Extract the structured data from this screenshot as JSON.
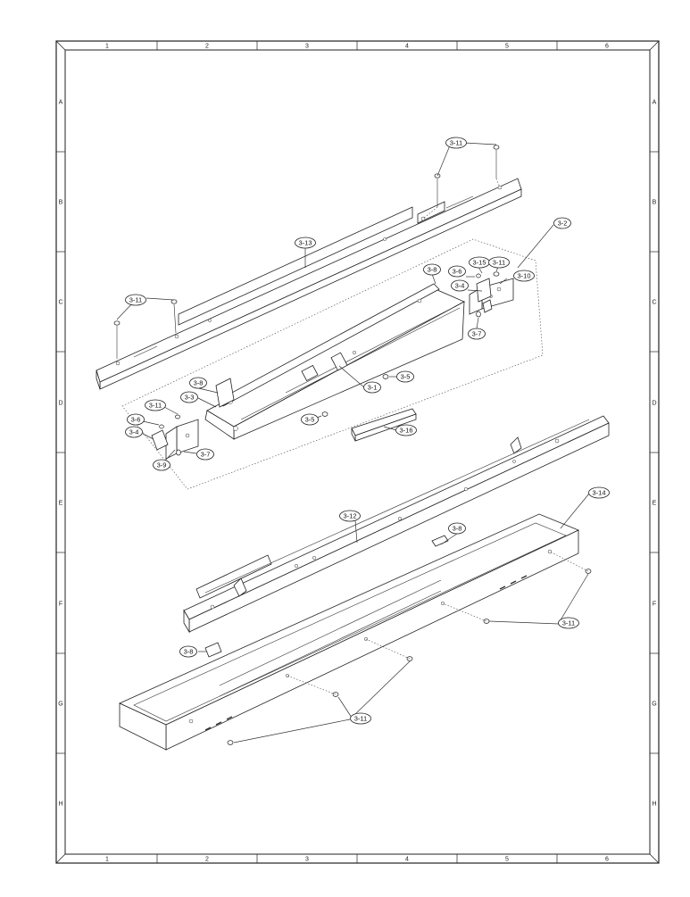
{
  "frame": {
    "columns": [
      "1",
      "2",
      "3",
      "4",
      "5",
      "6"
    ],
    "rows": [
      "A",
      "B",
      "C",
      "D",
      "E",
      "F",
      "G",
      "H"
    ]
  },
  "callouts": [
    {
      "id": "c-3-11-a",
      "label": "3-11"
    },
    {
      "id": "c-3-13",
      "label": "3-13"
    },
    {
      "id": "c-3-2",
      "label": "3-2"
    },
    {
      "id": "c-3-11-b",
      "label": "3-11"
    },
    {
      "id": "c-3-8-a",
      "label": "3-8"
    },
    {
      "id": "c-3-6-a",
      "label": "3-6"
    },
    {
      "id": "c-3-15",
      "label": "3-15"
    },
    {
      "id": "c-3-11-c",
      "label": "3-11"
    },
    {
      "id": "c-3-4-a",
      "label": "3-4"
    },
    {
      "id": "c-3-10",
      "label": "3-10"
    },
    {
      "id": "c-3-7-a",
      "label": "3-7"
    },
    {
      "id": "c-3-5-a",
      "label": "3-5"
    },
    {
      "id": "c-3-1",
      "label": "3-1"
    },
    {
      "id": "c-3-8-b",
      "label": "3-8"
    },
    {
      "id": "c-3-3",
      "label": "3-3"
    },
    {
      "id": "c-3-11-d",
      "label": "3-11"
    },
    {
      "id": "c-3-6-b",
      "label": "3-6"
    },
    {
      "id": "c-3-4-b",
      "label": "3-4"
    },
    {
      "id": "c-3-7-b",
      "label": "3-7"
    },
    {
      "id": "c-3-9",
      "label": "3-9"
    },
    {
      "id": "c-3-5-b",
      "label": "3-5"
    },
    {
      "id": "c-3-16",
      "label": "3-16"
    },
    {
      "id": "c-3-14",
      "label": "3-14"
    },
    {
      "id": "c-3-12",
      "label": "3-12"
    },
    {
      "id": "c-3-8-c",
      "label": "3-8"
    },
    {
      "id": "c-3-11-e",
      "label": "3-11"
    },
    {
      "id": "c-3-8-d",
      "label": "3-8"
    },
    {
      "id": "c-3-11-f",
      "label": "3-11"
    }
  ]
}
